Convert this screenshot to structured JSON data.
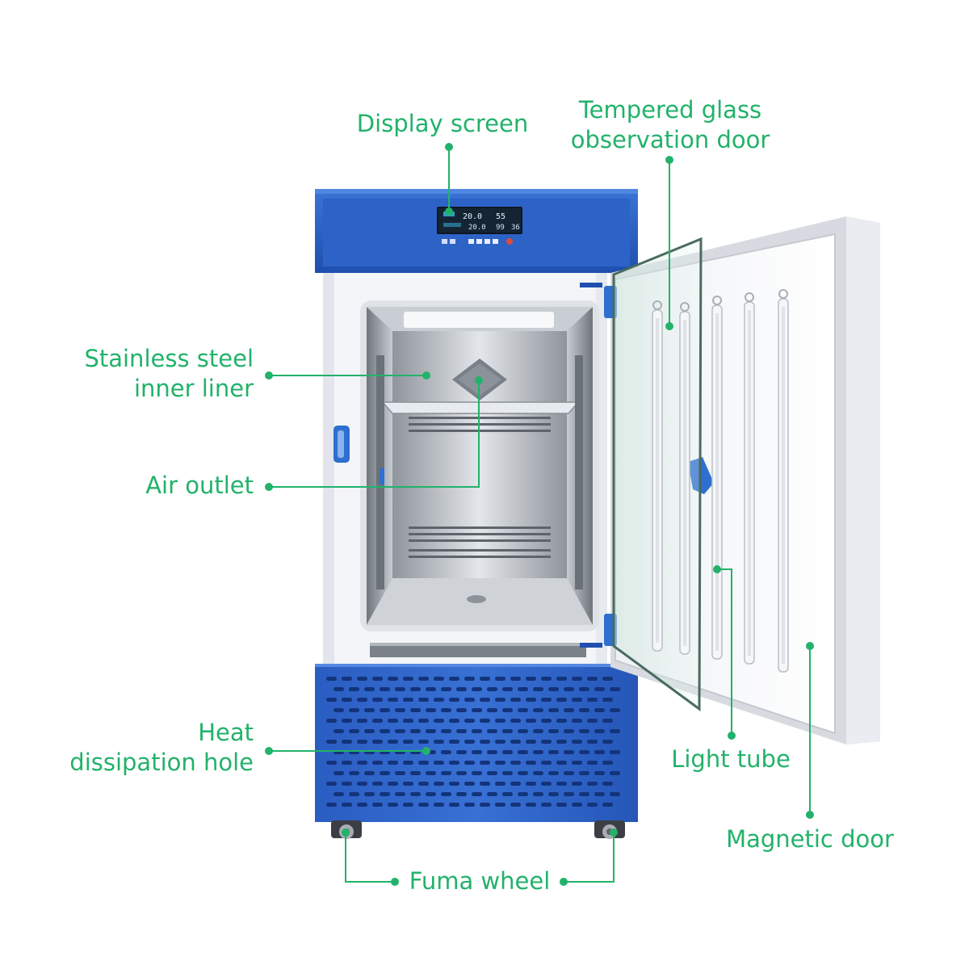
{
  "labels": {
    "display_screen": "Display screen",
    "tempered_glass_line1": "Tempered glass",
    "tempered_glass_line2": "observation door",
    "stainless_line1": "Stainless steel",
    "stainless_line2": "inner liner",
    "air_outlet": "Air outlet",
    "heat_line1": "Heat",
    "heat_line2": "dissipation hole",
    "light_tube": "Light tube",
    "magnetic_door": "Magnetic door",
    "fuma_wheel": "Fuma wheel"
  },
  "display": {
    "reading_1": "20.0",
    "reading_2": "55",
    "reading_3": "20.0",
    "reading_4": "99",
    "reading_5": "36"
  },
  "colors": {
    "label_green": "#22b26a",
    "cabinet_blue": "#2f64c8",
    "cabinet_white": "#f3f5f8",
    "steel": "#b9bec4"
  }
}
